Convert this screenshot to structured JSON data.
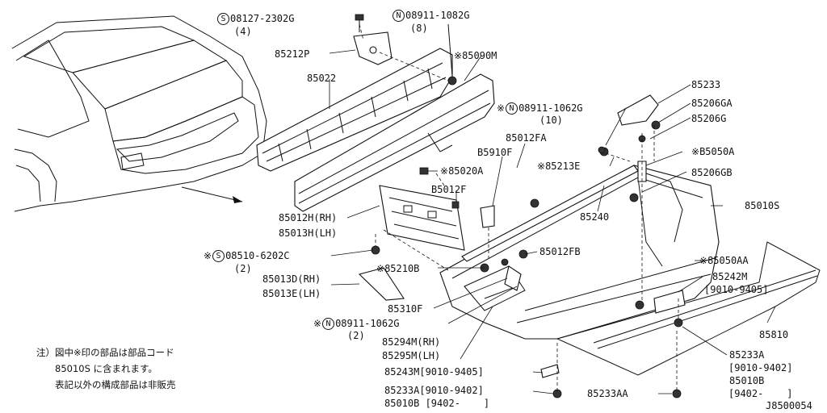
{
  "parts": [
    {
      "id": "p_08127",
      "line1": "08127-2302G",
      "line2": "(4)",
      "prefix": "",
      "circle": "S"
    },
    {
      "id": "p_08911_1082",
      "line1": "08911-1082G",
      "line2": "(8)",
      "prefix": "",
      "circle": "N"
    },
    {
      "id": "p_85212P",
      "line1": "85212P",
      "prefix": ""
    },
    {
      "id": "p_85090M",
      "line1": "85090M",
      "prefix": "※"
    },
    {
      "id": "p_85022",
      "line1": "85022",
      "prefix": ""
    },
    {
      "id": "p_85233",
      "line1": "85233",
      "prefix": ""
    },
    {
      "id": "p_85206GA",
      "line1": "85206GA",
      "prefix": ""
    },
    {
      "id": "p_85206G",
      "line1": "85206G",
      "prefix": ""
    },
    {
      "id": "p_08911_1062_a",
      "line1": "08911-1062G",
      "line2": "(10)",
      "prefix": "※",
      "circle": "N"
    },
    {
      "id": "p_85012FA",
      "line1": "85012FA",
      "prefix": ""
    },
    {
      "id": "p_B5910F",
      "line1": "B5910F",
      "prefix": ""
    },
    {
      "id": "p_B5050A",
      "line1": "B5050A",
      "prefix": "※"
    },
    {
      "id": "p_85020A",
      "line1": "85020A",
      "prefix": "※"
    },
    {
      "id": "p_85213E",
      "line1": "85213E",
      "prefix": "※"
    },
    {
      "id": "p_85206GB",
      "line1": "85206GB",
      "prefix": ""
    },
    {
      "id": "p_B5012F",
      "line1": "B5012F",
      "prefix": ""
    },
    {
      "id": "p_85240",
      "line1": "85240",
      "prefix": ""
    },
    {
      "id": "p_85010S",
      "line1": "85010S",
      "prefix": ""
    },
    {
      "id": "p_85012H",
      "line1": "85012H(RH)",
      "prefix": ""
    },
    {
      "id": "p_85013H",
      "line1": "85013H(LH)",
      "prefix": ""
    },
    {
      "id": "p_08510",
      "line1": "08510-6202C",
      "line2": "(2)",
      "prefix": "※",
      "circle": "S"
    },
    {
      "id": "p_85012FB",
      "line1": "85012FB",
      "prefix": ""
    },
    {
      "id": "p_85210B",
      "line1": "85210B",
      "prefix": "※"
    },
    {
      "id": "p_85050AA",
      "line1": "85050AA",
      "prefix": "※"
    },
    {
      "id": "p_85013D",
      "line1": "85013D(RH)",
      "prefix": ""
    },
    {
      "id": "p_85013E",
      "line1": "85013E(LH)",
      "prefix": ""
    },
    {
      "id": "p_85242M",
      "line1": "85242M",
      "line2": "[9010-9405]",
      "prefix": ""
    },
    {
      "id": "p_85310F",
      "line1": "85310F",
      "prefix": ""
    },
    {
      "id": "p_08911_1062_b",
      "line1": "08911-1062G",
      "line2": "(2)",
      "prefix": "※",
      "circle": "N"
    },
    {
      "id": "p_85810",
      "line1": "85810",
      "prefix": ""
    },
    {
      "id": "p_85294M",
      "line1": "85294M(RH)",
      "prefix": ""
    },
    {
      "id": "p_85295M",
      "line1": "85295M(LH)",
      "prefix": ""
    },
    {
      "id": "p_85233A_r",
      "line1": "85233A",
      "line2": "[9010-9402]",
      "prefix": ""
    },
    {
      "id": "p_85010B_r",
      "line1": "85010B",
      "line2": "[9402-    ]",
      "prefix": ""
    },
    {
      "id": "p_85243M",
      "line1": "85243M[9010-9405]",
      "prefix": ""
    },
    {
      "id": "p_85233A_b",
      "line1": "85233A[9010-9402]",
      "prefix": ""
    },
    {
      "id": "p_85010B_b",
      "line1": "85010B [9402-    ]",
      "prefix": ""
    },
    {
      "id": "p_85233AA",
      "line1": "85233AA",
      "prefix": ""
    }
  ],
  "note": {
    "line1": "注）図中※印の部品は部品コード",
    "line2": "　　85010S に含まれます。",
    "line3": "　　表記以外の構成部品は非販売"
  },
  "diagram_code": "J8500054"
}
